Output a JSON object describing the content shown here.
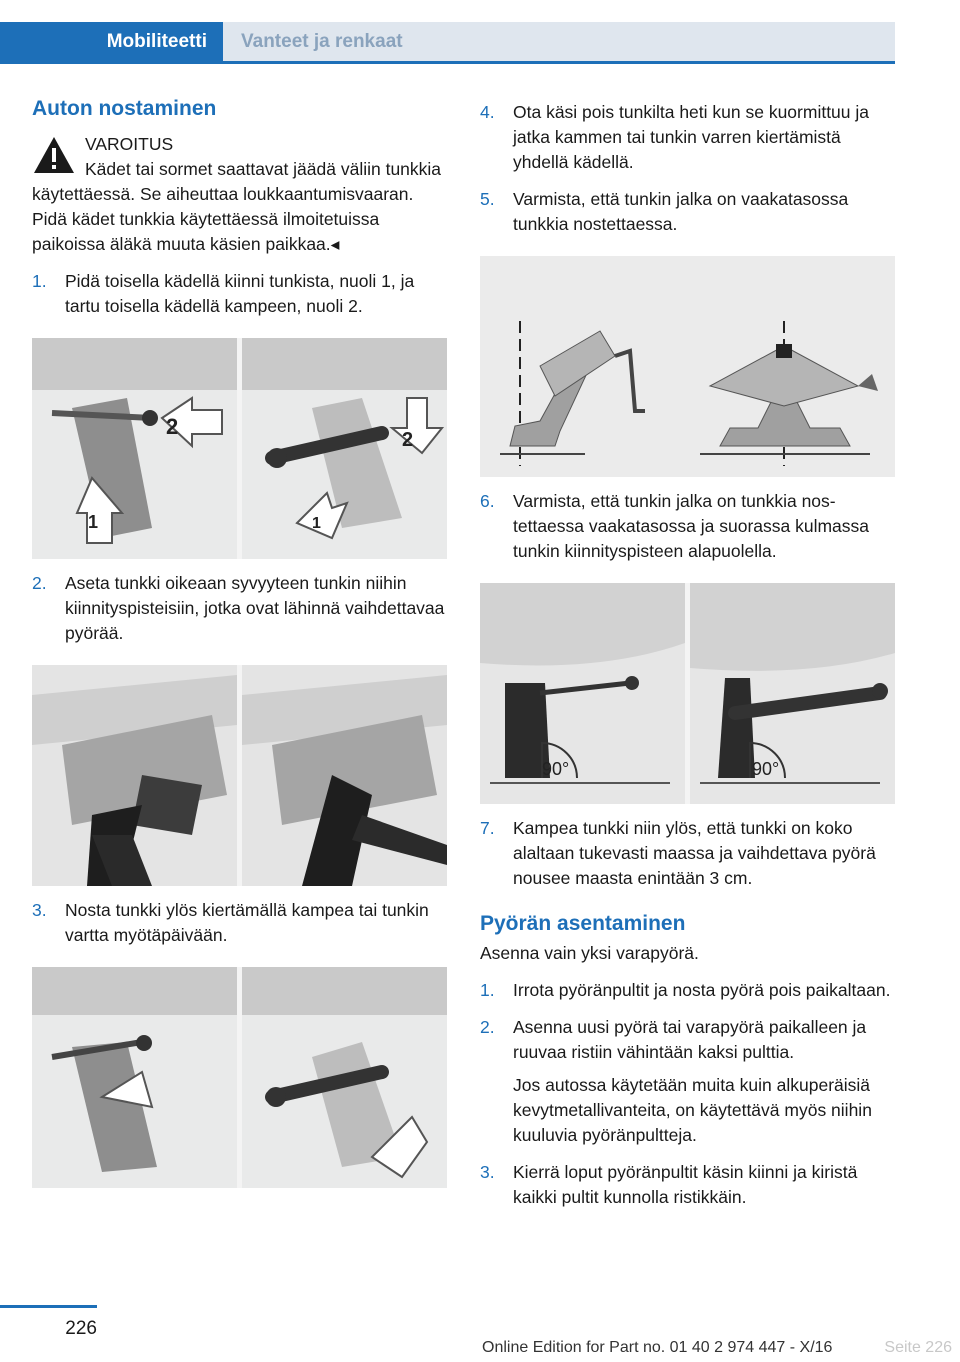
{
  "header": {
    "tab_active": "Mobiliteetti",
    "tab_inactive": "Vanteet ja renkaat"
  },
  "left": {
    "heading": "Auton nostaminen",
    "warning_title": "VAROITUS",
    "warning_text": "Kädet tai sormet saattavat jäädä väliin tunkkia käytettäessä. Se aiheuttaa loukkaantu­misvaaran. Pidä kädet tunkkia käytettäessä il­moitetuissa paikoissa äläkä muuta käsien paik­kaa.◂",
    "steps": [
      {
        "num": "1.",
        "text": "Pidä toisella kädellä kiinni tunkista, nuoli 1, ja tartu toisella kädellä kampeen, nuoli 2."
      },
      {
        "num": "2.",
        "text": "Aseta tunkki oikeaan syvyyteen tunkin nii­hin kiinnityspisteisiin, jotka ovat lähinnä vaihdettavaa pyörää."
      },
      {
        "num": "3.",
        "text": "Nosta tunkki ylös kiertämällä kampea tai tunkin vartta myötäpäivään."
      }
    ],
    "fig1_labels": [
      "2",
      "1",
      "2",
      "1"
    ]
  },
  "right": {
    "steps_a": [
      {
        "num": "4.",
        "text": "Ota käsi pois tunkilta heti kun se kuormit­tuu ja jatka kammen tai tunkin varren kier­tämistä yhdellä kädellä."
      },
      {
        "num": "5.",
        "text": "Varmista, että tunkin jalka on vaakatasossa tunkkia nostettaessa."
      }
    ],
    "steps_b": [
      {
        "num": "6.",
        "text": "Varmista, että tunkin jalka on tunkkia nos­tettaessa vaakatasossa ja suorassa kul­massa tunkin kiinnityspisteen alapuolella."
      }
    ],
    "angle_labels": [
      "90°",
      "90°"
    ],
    "steps_c": [
      {
        "num": "7.",
        "text": "Kampea tunkki niin ylös, että tunkki on koko alaltaan tukevasti maassa ja vaihdet­tava pyörä nousee maasta enintään 3 cm."
      }
    ],
    "heading2": "Pyörän asentaminen",
    "intro2": "Asenna vain yksi varapyörä.",
    "steps_d": [
      {
        "num": "1.",
        "text": "Irrota pyöränpultit ja nosta pyörä pois pai­kaltaan."
      },
      {
        "num": "2.",
        "text": "Asenna uusi pyörä tai varapyörä paikalleen ja ruuvaa ristiin vähintään kaksi pulttia."
      }
    ],
    "sub_para": "Jos autossa käytetään muita kuin alkupe­räisiä kevytmetallivanteita, on käytettävä myös niihin kuuluvia pyöränpultteja.",
    "steps_e": [
      {
        "num": "3.",
        "text": "Kierrä loput pyöränpultit käsin kiinni ja ki­ristä kaikki pultit kunnolla ristikkäin."
      }
    ]
  },
  "footer": {
    "page_number": "226",
    "edition": "Online Edition for Part no. 01 40 2 974 447 - X/16",
    "watermark": "Seite 226"
  },
  "colors": {
    "accent": "#1d6fb8",
    "tab_inactive_bg": "#dfe6ee",
    "tab_inactive_text": "#8aa3bd"
  }
}
